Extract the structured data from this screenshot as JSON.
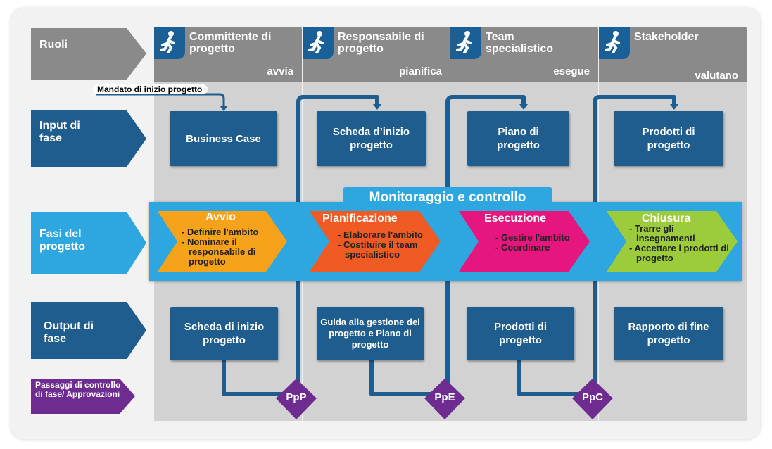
{
  "roles": {
    "label": "Ruoli",
    "columns": [
      {
        "title": "Committente di progetto",
        "verb": "avvia",
        "icon": "person-walking-icon"
      },
      {
        "title": "Responsabile di progetto",
        "verb": "pianifica",
        "icon": "person-walking-icon"
      },
      {
        "title": "Team specialistico",
        "verb": "esegue",
        "icon": "person-walking-icon"
      },
      {
        "title": "Stakeholder",
        "verb": "valutano",
        "icon": "person-walking-icon"
      }
    ]
  },
  "mandate_label": "Mandato di inizio progetto",
  "input": {
    "label": "Input di fase",
    "boxes": [
      "Business Case",
      "Scheda d’inizio progetto",
      "Piano di progetto",
      "Prodotti di progetto"
    ]
  },
  "phases": {
    "label": "Fasi del progetto",
    "monitoring": "Monitoraggio e controllo",
    "items": [
      {
        "title": "Avvio",
        "color": "#f7a21b",
        "points": [
          "Definire l'ambito",
          "Nominare il responsabile di progetto"
        ]
      },
      {
        "title": "Pianificazione",
        "color": "#f05a23",
        "points": [
          "Elaborare l'ambito",
          "Costituire il team specialistico"
        ]
      },
      {
        "title": "Esecuzione",
        "color": "#e5177e",
        "points": [
          "Gestire l'ambito",
          "Coordinare"
        ]
      },
      {
        "title": "Chiusura",
        "color": "#9ccb3b",
        "points": [
          "Trarre gli insegnamenti",
          "Accettare i prodotti di progetto"
        ]
      }
    ]
  },
  "output": {
    "label": "Output di fase",
    "boxes": [
      "Scheda di inizio progetto",
      "Guida alla gestione del progetto e Piano di progetto",
      "Prodotti di progetto",
      "Rapporto di fine progetto"
    ]
  },
  "gates": {
    "label": "Passaggi di controllo di fase/ Approvazioni",
    "items": [
      "PpP",
      "PpE",
      "PpC"
    ]
  },
  "colors": {
    "header_gray": "#8a8a8a",
    "column_gray": "#d2d2d2",
    "dark_blue": "#1f5d8e",
    "light_blue": "#2ea6e0",
    "purple": "#6e2c91"
  }
}
